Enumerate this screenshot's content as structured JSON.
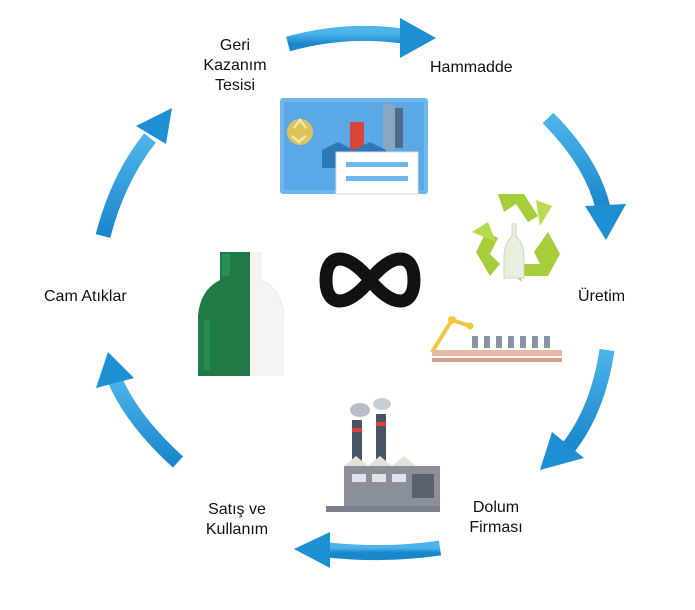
{
  "steps": {
    "geri_kazanim": [
      "Geri",
      "Kazanım",
      "Tesisi"
    ],
    "hammadde": "Hammadde",
    "uretim": "Üretim",
    "dolum": [
      "Dolum",
      "Firması"
    ],
    "satis": [
      "Satış ve",
      "Kullanım"
    ],
    "cam_atiklar": "Cam Atıklar"
  },
  "center_symbol": "infinity-symbol",
  "icons": [
    "recycling-facility-icon",
    "recycle-bottle-icon",
    "production-line-icon",
    "factory-icon",
    "glass-bottle-icon"
  ],
  "colors": {
    "arrow": "#1f8fd3",
    "arrow_highlight": "#42aee8",
    "recycle_green": "#a6cd3a",
    "bottle_green": "#1f7a46",
    "facility_blue": "#5aa9e6",
    "factory_red": "#d8453a"
  }
}
